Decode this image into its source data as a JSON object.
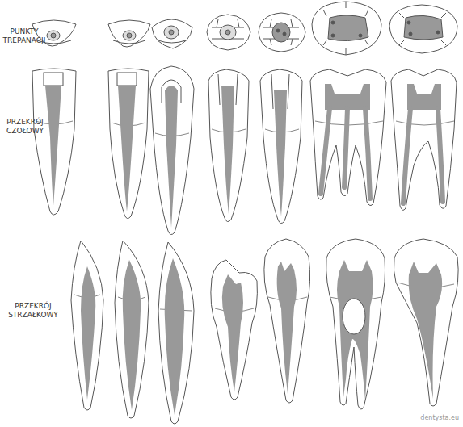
{
  "diagram": {
    "labels": [
      "PUNKTY TREPANACJI",
      "PRZEKRÓJ CZOŁOWY",
      "PRZEKRÓJ STRZAŁKOWY",
      "dentysta.eu"
    ]
  }
}
